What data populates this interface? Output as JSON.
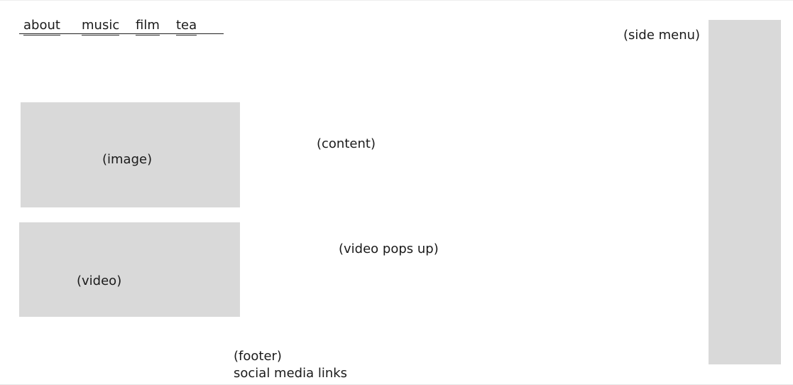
{
  "nav": {
    "items": [
      {
        "label": "about"
      },
      {
        "label": "music"
      },
      {
        "label": "film"
      },
      {
        "label": "tea"
      }
    ]
  },
  "side_menu": {
    "label": "(side menu)"
  },
  "main": {
    "image_label": "(image)",
    "video_label": "(video)",
    "content_label": "(content)",
    "video_popup_label": "(video pops up)"
  },
  "footer": {
    "label": "(footer)",
    "links_label": "social media links"
  },
  "colors": {
    "placeholder_fill": "#d9d9d9",
    "background": "#ffffff",
    "text": "#1a1a1a"
  }
}
